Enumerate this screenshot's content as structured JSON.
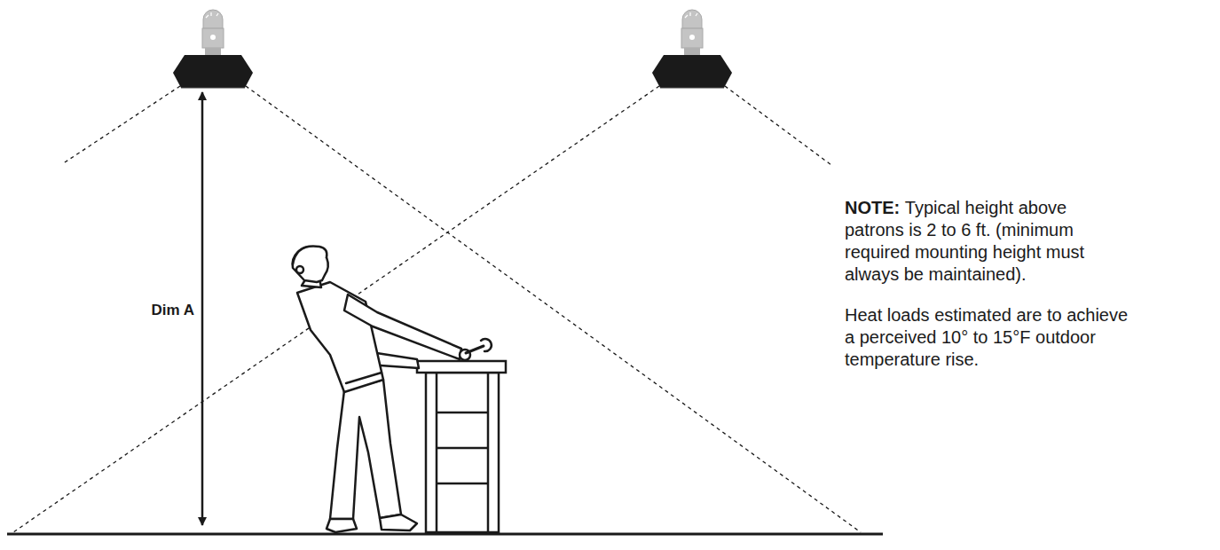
{
  "diagram": {
    "labels": [
      "Dim A",
      "NOTE:",
      "Typical height above patrons is 2 to 6 ft. (minimum required mounting height must always be maintained).",
      "Heat loads estimated are to achieve a perceived 10° to 15°F outdoor temperature rise."
    ]
  }
}
